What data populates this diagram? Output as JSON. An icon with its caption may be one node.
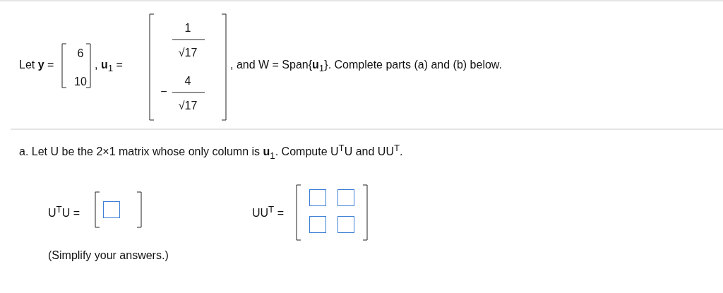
{
  "diagram": {
    "labels": [
      "Let **y** =",
      "6",
      "10",
      ", **u**$_{1}$ =",
      "1",
      "√17",
      "−",
      "4",
      "√17",
      ", and W = Span{**u**$_{1}$}. Complete parts (a) and (b) below.",
      "a. Let U be the 2×1 matrix whose only column is **u**$_{1}$. Compute U$^{T}$U and UU$^{T}$.",
      "U$^{T}$U =",
      "UU$^{T}$ =",
      "(Simplify your answers.)"
    ]
  }
}
